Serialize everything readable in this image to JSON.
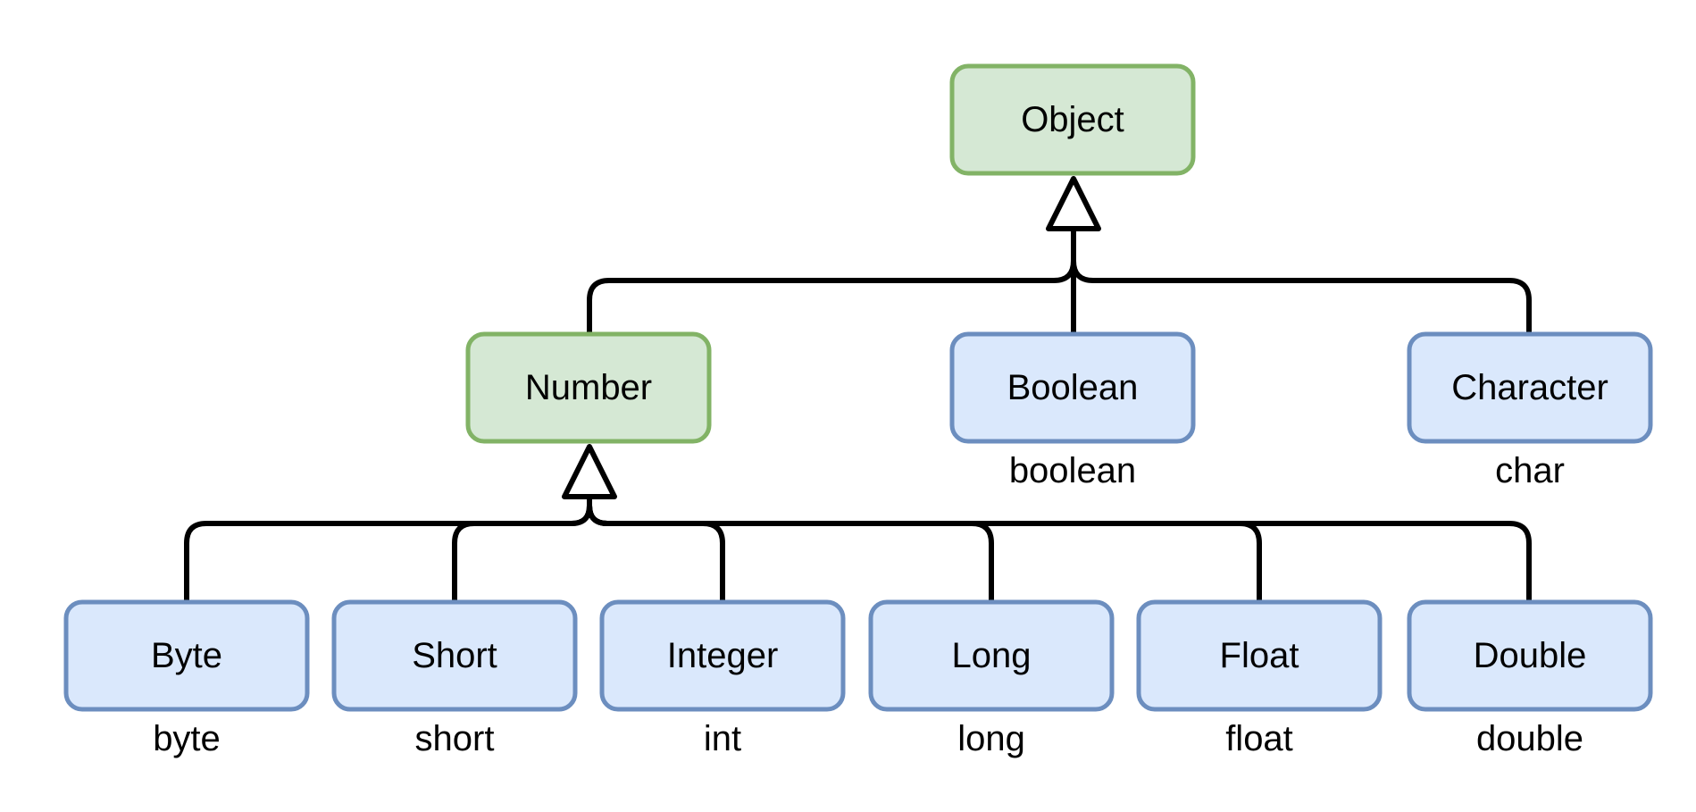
{
  "diagram": {
    "nodes": [
      {
        "id": "object",
        "label": "Object",
        "primitive": "",
        "style": "green"
      },
      {
        "id": "number",
        "label": "Number",
        "primitive": "",
        "style": "green"
      },
      {
        "id": "boolean",
        "label": "Boolean",
        "primitive": "boolean",
        "style": "blue"
      },
      {
        "id": "character",
        "label": "Character",
        "primitive": "char",
        "style": "blue"
      },
      {
        "id": "byte",
        "label": "Byte",
        "primitive": "byte",
        "style": "blue"
      },
      {
        "id": "short",
        "label": "Short",
        "primitive": "short",
        "style": "blue"
      },
      {
        "id": "integer",
        "label": "Integer",
        "primitive": "int",
        "style": "blue"
      },
      {
        "id": "long",
        "label": "Long",
        "primitive": "long",
        "style": "blue"
      },
      {
        "id": "float",
        "label": "Float",
        "primitive": "float",
        "style": "blue"
      },
      {
        "id": "double",
        "label": "Double",
        "primitive": "double",
        "style": "blue"
      }
    ],
    "inheritance": [
      {
        "parent": "object",
        "children": [
          "number",
          "boolean",
          "character"
        ]
      },
      {
        "parent": "number",
        "children": [
          "byte",
          "short",
          "integer",
          "long",
          "float",
          "double"
        ]
      }
    ],
    "colors": {
      "green_fill": "#d5e8d4",
      "green_stroke": "#82b366",
      "blue_fill": "#dae8fc",
      "blue_stroke": "#6c8ebf",
      "edge": "#000000"
    }
  }
}
